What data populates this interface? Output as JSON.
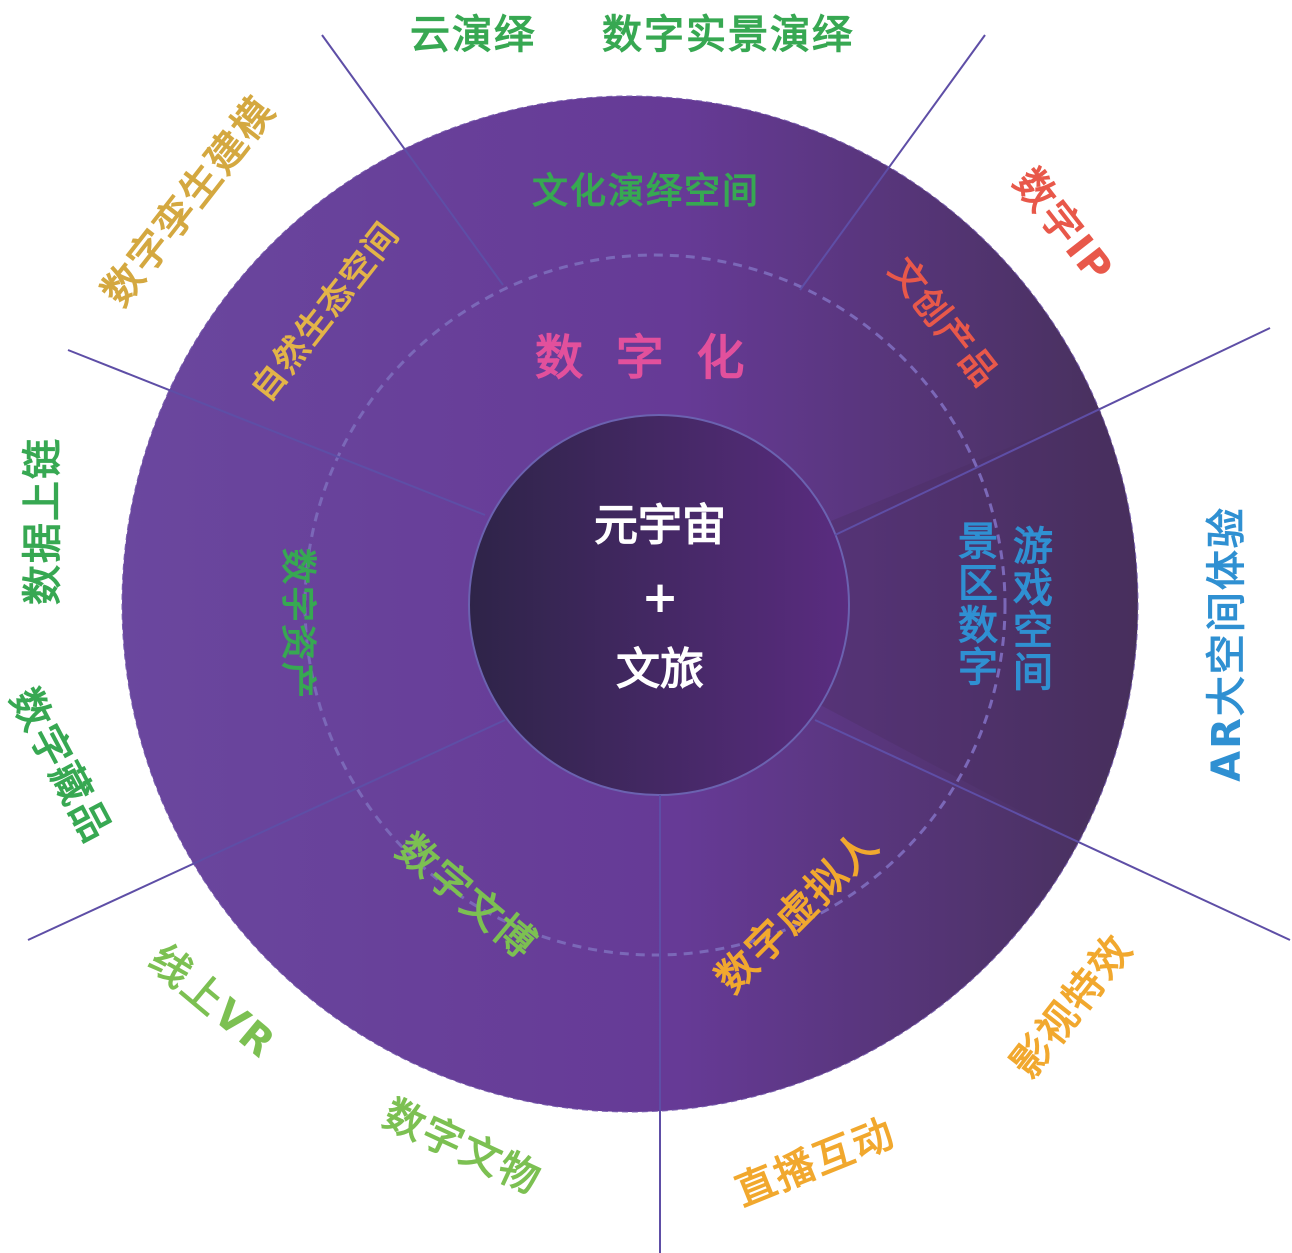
{
  "center": {
    "line1": "元宇宙",
    "plus": "+",
    "line2": "文旅"
  },
  "inner": {
    "digitization": "数 字 化",
    "culture_space": "文化演绎空间",
    "nature_space": "自然生态空间",
    "creative_products": "文创产品",
    "digital_assets": "数字资产",
    "scenic_game_line1": "景区数字",
    "scenic_game_line2": "游戏空间",
    "virtual_human": "数字虚拟人",
    "digital_museum": "数字文博"
  },
  "outer": {
    "cloud_performance": "云演绎",
    "real_scene": "数字实景演绎",
    "digital_twin": "数字孪生建模",
    "digital_ip": "数字IP",
    "data_chain": "数据上链",
    "collectibles": "数字藏品",
    "ar_experience": "AR大空间体验",
    "vfx": "影视特效",
    "live": "直播互动",
    "relics": "数字文物",
    "online_vr": "线上VR"
  },
  "colors": {
    "green": "#37a852",
    "gold": "#e3b448",
    "red": "#e8584a",
    "pink": "#e2509c",
    "blue": "#2f90d2",
    "orange": "#f1a82e",
    "lightgreen": "#7cc052",
    "purple": "#6a459c"
  }
}
